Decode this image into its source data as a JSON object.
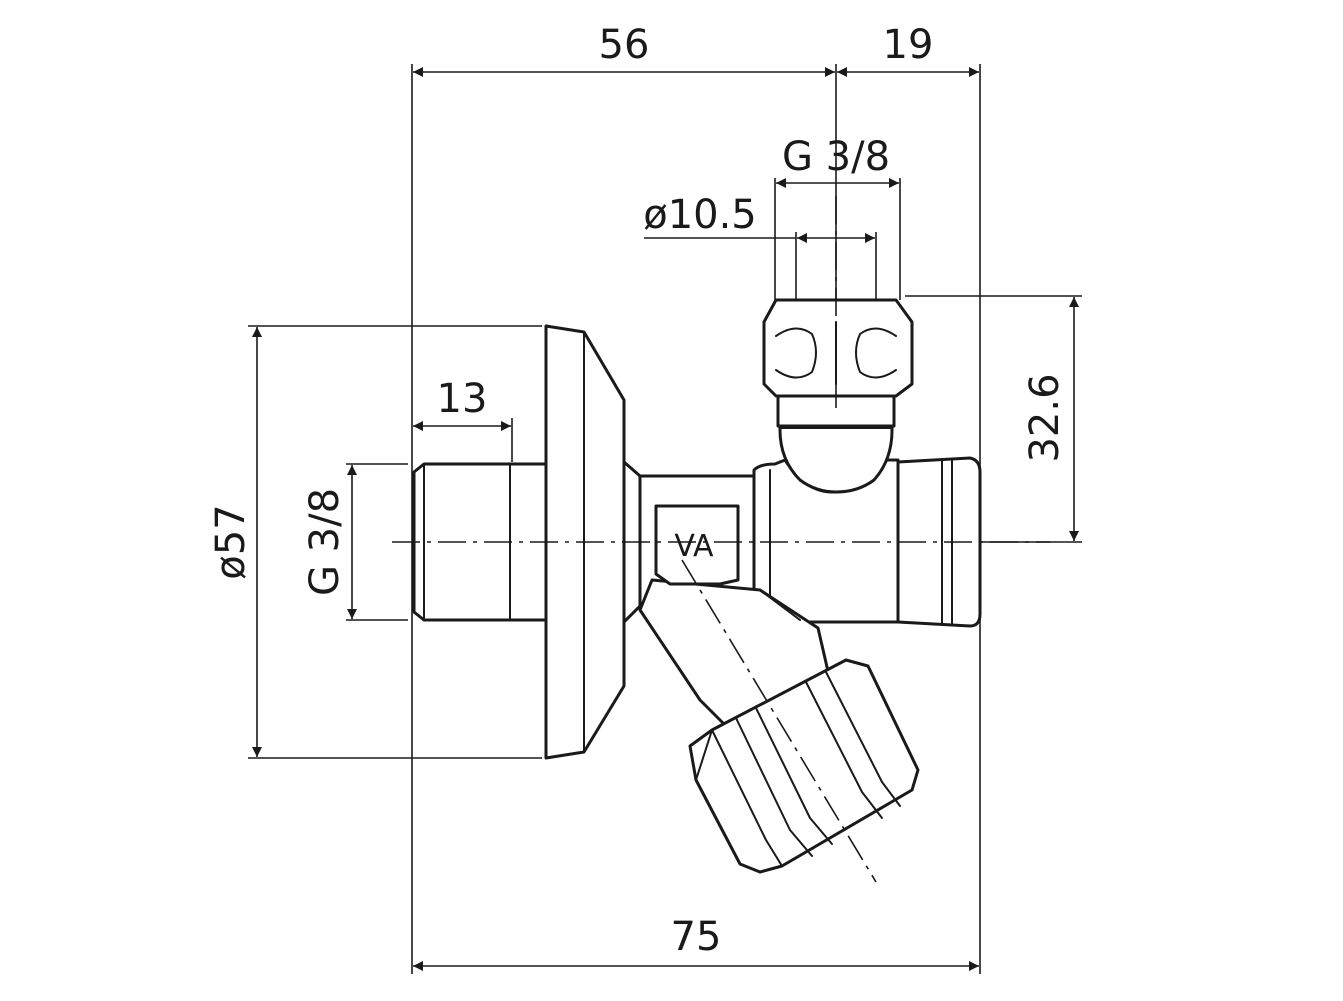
{
  "dimensions": {
    "width_left": "56",
    "width_right": "19",
    "outlet_thread": "G 3/8",
    "outlet_bore": "ø10.5",
    "thread_length": "13",
    "inlet_thread": "G 3/8",
    "rosette_diameter": "ø57",
    "outlet_height": "32.6",
    "overall_width": "75"
  },
  "body_marking": "VA",
  "colors": {
    "line": "#1a1a1a",
    "background": "#ffffff"
  }
}
